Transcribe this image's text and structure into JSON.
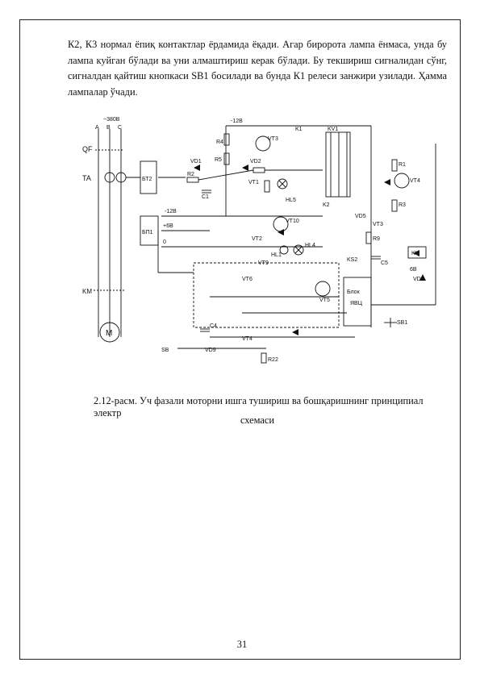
{
  "body_text": "К2, К3 нормал ёпиқ контактлар ёрдамида ёқади. Агар биророта лампа ёнмаса, унда бу лампа куйган бўлади ва уни алмаштириш керак бўлади. Бу текшириш сигналидан сўнг, сигналдан қайтиш кнопкаси SB1 босилади ва бунда К1 релеси занжири узилади. Ҳамма лампалар ўчади.",
  "figure": {
    "labels": {
      "supply": "~380В",
      "phase_a": "A",
      "phase_b": "B",
      "phase_c": "C",
      "qf": "QF",
      "ta": "TA",
      "bt2": "БТ2",
      "bp1": "БП1",
      "km": "KM",
      "motor": "M",
      "minus12_top": "-12В",
      "minus12_mid": "-12В",
      "plus6": "+6В",
      "zero": "0",
      "vt1": "VT1",
      "vt2": "VT2",
      "vt3": "VT3",
      "vt4": "VT4",
      "vt5": "VT5",
      "vt6": "VT6",
      "vt9": "VT9",
      "vt10": "VT10",
      "hl1": "HL1",
      "hl5": "HL5",
      "hl4": "HL4",
      "k1": "K1",
      "k2": "K2",
      "kv": "KV",
      "kv1": "KV1",
      "ks2": "KS2",
      "sb1": "SB1",
      "sb": "SB",
      "r1": "R1",
      "r2": "R2",
      "r3": "R3",
      "r4": "R4",
      "r5": "R5",
      "r9": "R9",
      "r22": "R22",
      "vd1": "VD1",
      "vd2": "VD2",
      "vd5": "VD5",
      "vd9": "VD9",
      "c1": "C1",
      "c4": "C4",
      "c5": "C5",
      "e6v": "6В",
      "block": "Блок\nЯВЦ",
      "block_top": "Блок",
      "block_bottom": "ЯВЦ"
    }
  },
  "caption": {
    "line1": "2.12-расм. Уч фазали моторни ишга тушириш ва бошқаришнинг принципиал электр",
    "line2": "схемаси"
  },
  "page_number": "31"
}
